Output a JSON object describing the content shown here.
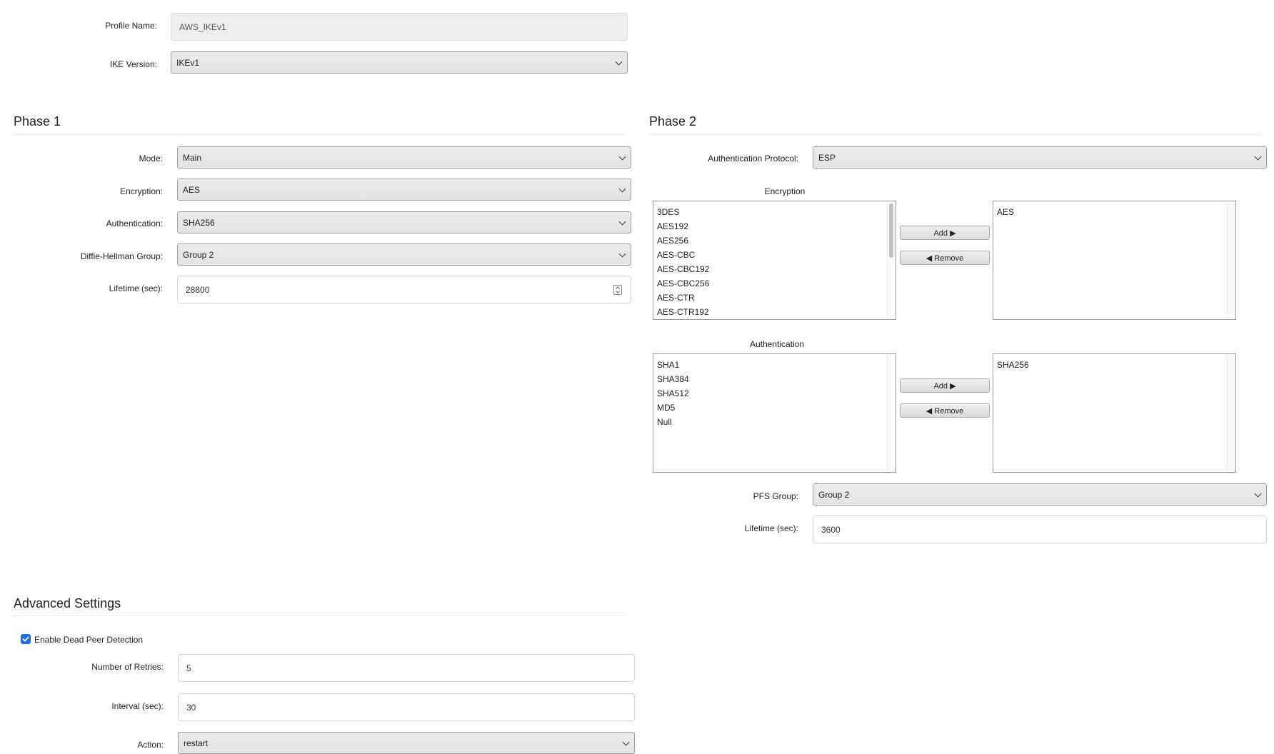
{
  "profile": {
    "name_label": "Profile Name:",
    "name_value": "AWS_IKEv1",
    "ike_version_label": "IKE Version:",
    "ike_version_value": "IKEv1"
  },
  "phase1": {
    "title": "Phase 1",
    "mode_label": "Mode:",
    "mode_value": "Main",
    "encryption_label": "Encryption:",
    "encryption_value": "AES",
    "authentication_label": "Authentication:",
    "authentication_value": "SHA256",
    "dh_group_label": "Diffie-Hellman Group:",
    "dh_group_value": "Group 2",
    "lifetime_label": "Lifetime (sec):",
    "lifetime_value": "28800"
  },
  "phase2": {
    "title": "Phase 2",
    "auth_protocol_label": "Authentication Protocol:",
    "auth_protocol_value": "ESP",
    "encryption": {
      "title": "Encryption",
      "available": [
        "3DES",
        "AES192",
        "AES256",
        "AES-CBC",
        "AES-CBC192",
        "AES-CBC256",
        "AES-CTR",
        "AES-CTR192"
      ],
      "selected": [
        "AES"
      ],
      "add_label": "Add ▶",
      "remove_label": "◀ Remove"
    },
    "authentication": {
      "title": "Authentication",
      "available": [
        "SHA1",
        "SHA384",
        "SHA512",
        "MD5",
        "Null"
      ],
      "selected": [
        "SHA256"
      ],
      "add_label": "Add ▶",
      "remove_label": "◀ Remove"
    },
    "pfs_group_label": "PFS Group:",
    "pfs_group_value": "Group 2",
    "lifetime_label": "Lifetime (sec):",
    "lifetime_value": "3600"
  },
  "advanced": {
    "title": "Advanced Settings",
    "dpd_label": "Enable Dead Peer Detection",
    "dpd_checked": true,
    "retries_label": "Number of Retries:",
    "retries_value": "5",
    "interval_label": "Interval (sec):",
    "interval_value": "30",
    "action_label": "Action:",
    "action_value": "restart"
  },
  "colors": {
    "accent": "#1c6fe0",
    "select_bg": "#e8e8e8",
    "readonly_bg": "#eeeeee"
  }
}
